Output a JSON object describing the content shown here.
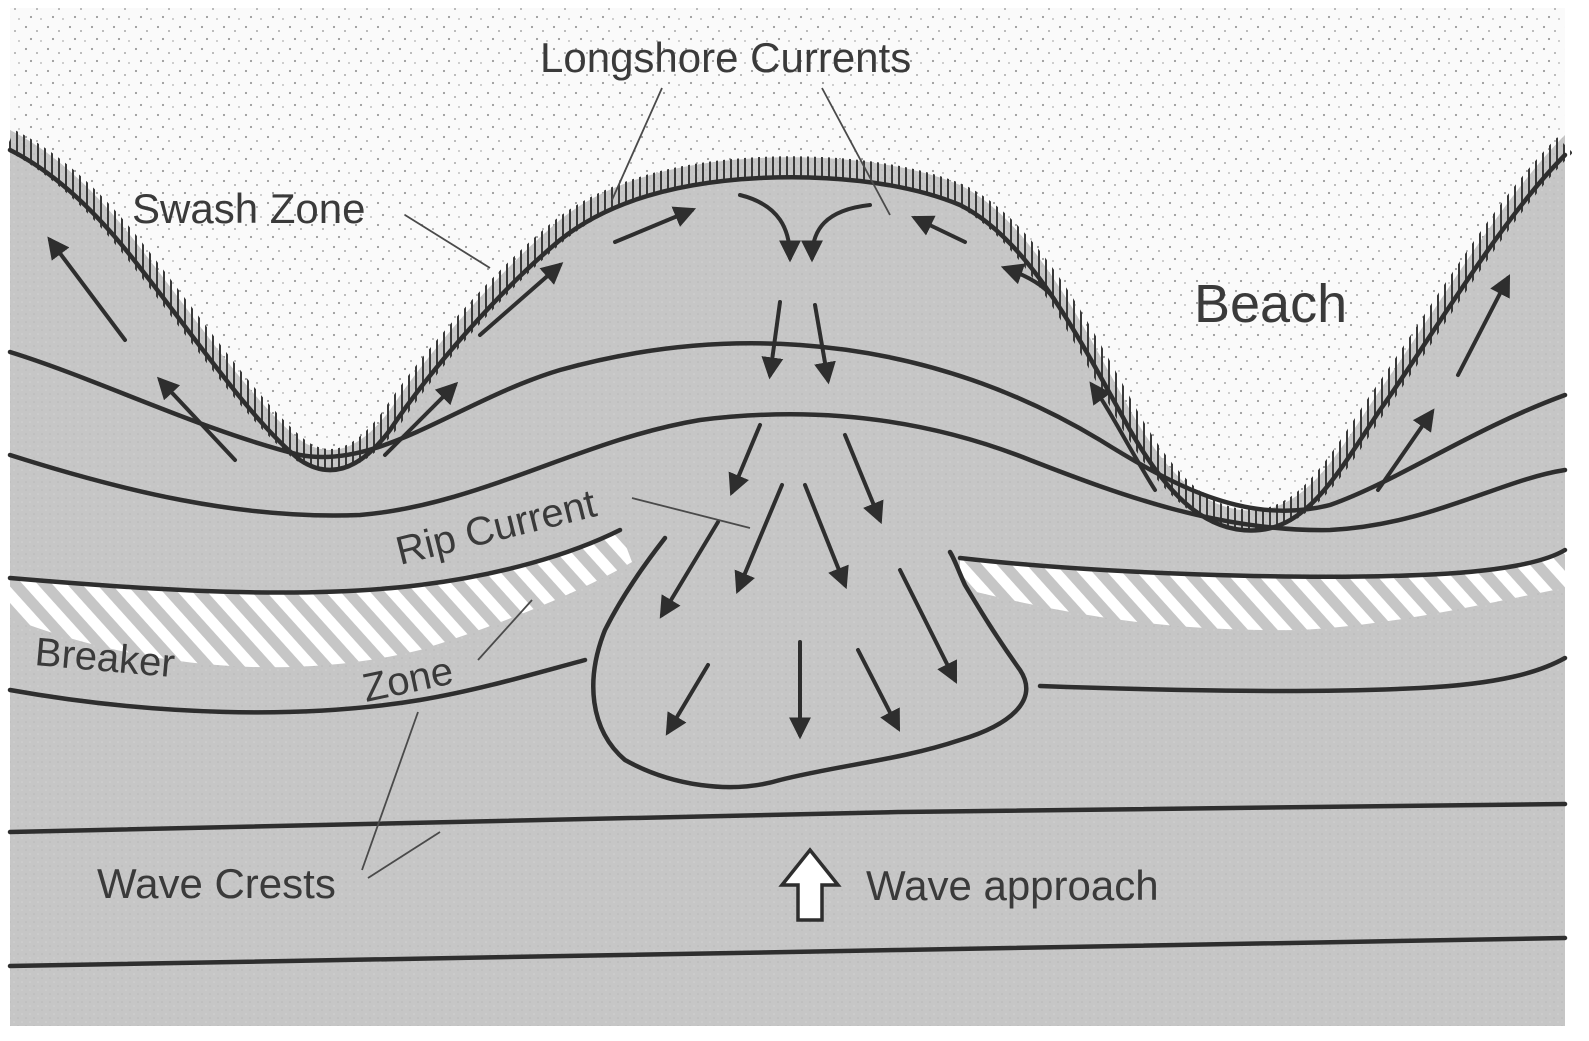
{
  "labels": {
    "longshore_currents": "Longshore Currents",
    "swash_zone": "Swash Zone",
    "beach": "Beach",
    "rip_current": "Rip Current",
    "breaker": "Breaker",
    "zone": "Zone",
    "wave_crests": "Wave Crests",
    "wave_approach": "Wave approach"
  },
  "colors": {
    "water": "#c6c6c6",
    "sand": "#fafafa",
    "ink": "#2e2e2e",
    "breaker_hatch": "#ffffff"
  }
}
